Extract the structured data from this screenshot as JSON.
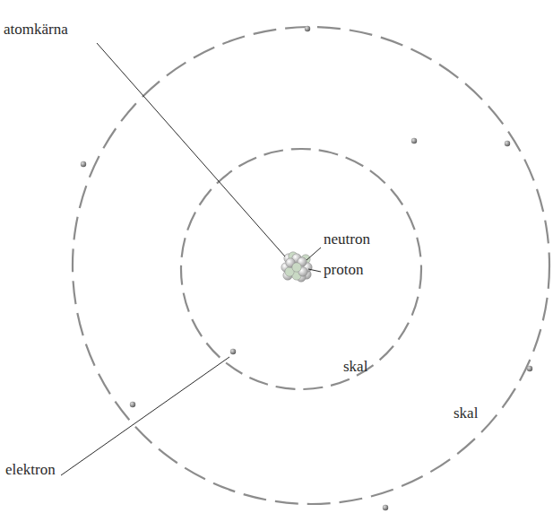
{
  "diagram": {
    "labels": [
      "atomkärna",
      "neutron",
      "proton",
      "skal",
      "skal",
      "elektron"
    ]
  }
}
